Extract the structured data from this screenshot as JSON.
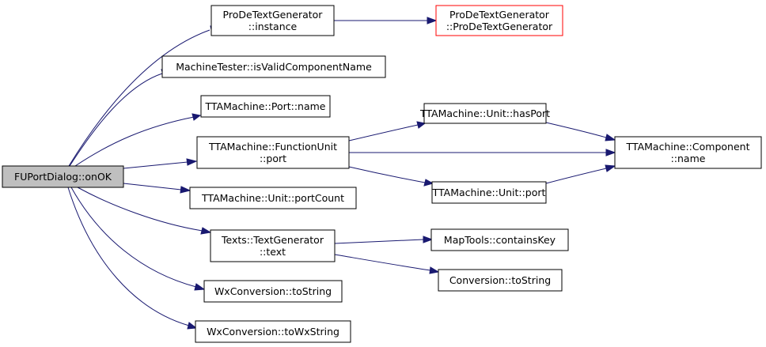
{
  "colors": {
    "edge": "#191970",
    "node_border": "#000000",
    "node_border_missing": "#ff0000",
    "root_fill": "#bfbfbf",
    "node_fill": "#ffffff"
  },
  "nodes": {
    "root": {
      "lines": [
        "FUPortDialog::onOK"
      ]
    },
    "pdtg_instance": {
      "lines": [
        "ProDeTextGenerator",
        "::instance"
      ]
    },
    "pdtg_ctor": {
      "lines": [
        "ProDeTextGenerator",
        "::ProDeTextGenerator"
      ]
    },
    "mt_valid": {
      "lines": [
        "MachineTester::isValidComponentName"
      ]
    },
    "port_name": {
      "lines": [
        "TTAMachine::Port::name"
      ]
    },
    "fu_port": {
      "lines": [
        "TTAMachine::FunctionUnit",
        "::port"
      ]
    },
    "unit_hasport": {
      "lines": [
        "TTAMachine::Unit::hasPort"
      ]
    },
    "comp_name": {
      "lines": [
        "TTAMachine::Component",
        "::name"
      ]
    },
    "unit_port": {
      "lines": [
        "TTAMachine::Unit::port"
      ]
    },
    "unit_portcount": {
      "lines": [
        "TTAMachine::Unit::portCount"
      ]
    },
    "tg_text": {
      "lines": [
        "Texts::TextGenerator",
        "::text"
      ]
    },
    "maptools": {
      "lines": [
        "MapTools::containsKey"
      ]
    },
    "conv_tostring": {
      "lines": [
        "Conversion::toString"
      ]
    },
    "wx_tostring": {
      "lines": [
        "WxConversion::toString"
      ]
    },
    "wx_towxstring": {
      "lines": [
        "WxConversion::toWxString"
      ]
    }
  }
}
